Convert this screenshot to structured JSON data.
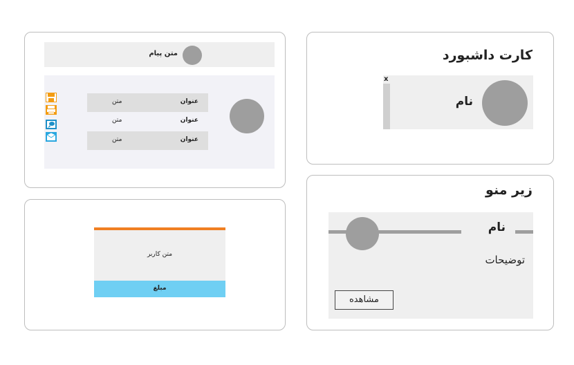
{
  "message_card": {
    "header_text": "متن پیام",
    "rows": [
      {
        "title": "عنوان",
        "text": "متن"
      },
      {
        "title": "عنوان",
        "text": "متن"
      },
      {
        "title": "عنوان",
        "text": "متن"
      }
    ],
    "icon_colors": {
      "save": "#f39c12",
      "print": "#f39c12",
      "comment": "#1e90c8",
      "email": "#29a7df"
    }
  },
  "dashboard_card": {
    "title": "کارت داشبورد",
    "close_label": "x",
    "name": "نام"
  },
  "user_card": {
    "text": "متن کاربر",
    "amount": "مبلغ",
    "colors": {
      "top_bar": "#f07f22",
      "amount_bar": "#6fcff3"
    }
  },
  "submenu_card": {
    "title": "زیر منو",
    "name": "نام",
    "description": "توضیحات",
    "view_button": "مشاهده"
  }
}
